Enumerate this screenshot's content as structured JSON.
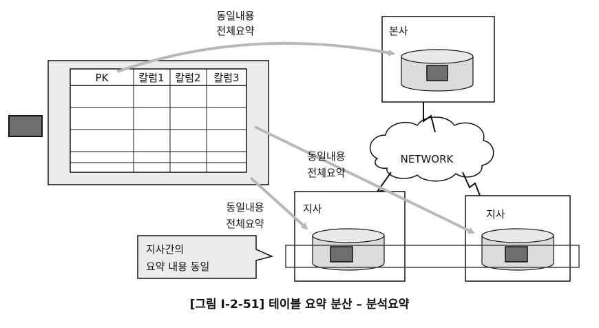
{
  "colors": {
    "arrow": "#b8b8b8",
    "panel": "#ececec",
    "db": "#dcdcdc",
    "icon": "#6e6e6e"
  },
  "table": {
    "headers": [
      "PK",
      "칼럼1",
      "칼럼2",
      "칼럼3"
    ],
    "rows": 5
  },
  "arrow_labels": {
    "top": {
      "line1": "동일내용",
      "line2": "전체요약"
    },
    "middle": {
      "line1": "동일내용",
      "line2": "전체요약"
    },
    "left": {
      "line1": "동일내용",
      "line2": "전체요약"
    }
  },
  "nodes": {
    "head_office": "본사",
    "network": "NETWORK",
    "branch_1": "지사",
    "branch_2": "지사"
  },
  "note": {
    "line1": "지사간의",
    "line2": "요약 내용 동일"
  },
  "caption": "[그림 Ⅰ-2-51] 테이블 요약 분산 – 분석요약"
}
